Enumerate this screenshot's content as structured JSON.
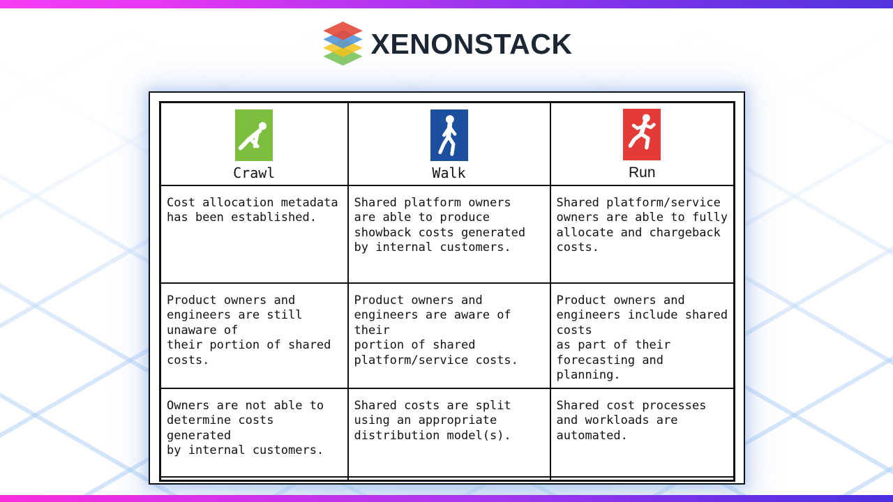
{
  "brand": {
    "name": "XENONSTACK",
    "logo_icon": "stack-layers-icon"
  },
  "table": {
    "columns": [
      {
        "label": "Crawl",
        "icon": "crawling-person-icon",
        "icon_color": "#7cbe3e"
      },
      {
        "label": "Walk",
        "icon": "walking-person-icon",
        "icon_color": "#1c4f9e"
      },
      {
        "label": "Run",
        "icon": "running-person-icon",
        "icon_color": "#e23b38"
      }
    ],
    "rows": [
      {
        "cells": [
          "Cost allocation metadata\nhas been established.",
          "Shared platform owners\nare able to produce\nshowback costs generated\nby internal customers.",
          "Shared platform/service\nowners are able to fully\nallocate and chargeback\ncosts."
        ]
      },
      {
        "cells": [
          "Product owners and\nengineers are still\nunaware of\ntheir portion of shared\ncosts.",
          "Product owners and\nengineers are aware of\ntheir\nportion of shared\nplatform/service costs.",
          "Product owners and\nengineers include shared\ncosts\nas part of their\nforecasting and\nplanning."
        ]
      },
      {
        "cells": [
          "Owners are not able to\ndetermine costs\ngenerated\nby internal customers.",
          "Shared costs are split\nusing an appropriate\ndistribution model(s).",
          "Shared cost processes\nand workloads are\nautomated."
        ]
      }
    ]
  },
  "colors": {
    "top_bar_gradient": [
      "#f43ef3",
      "#9a35ee",
      "#5334dd"
    ],
    "bottom_bar_gradient": [
      "#f92ddd",
      "#a437f0",
      "#4a2fe0"
    ],
    "crawl_green": "#7cbe3e",
    "walk_blue": "#1c4f9e",
    "run_red": "#e23b38",
    "brand_text": "#1d2633",
    "logo_layers": [
      "#e3493a",
      "#4a90d9",
      "#f2c31b",
      "#6dbf4b"
    ],
    "background_lattice": "#adcdf4"
  }
}
